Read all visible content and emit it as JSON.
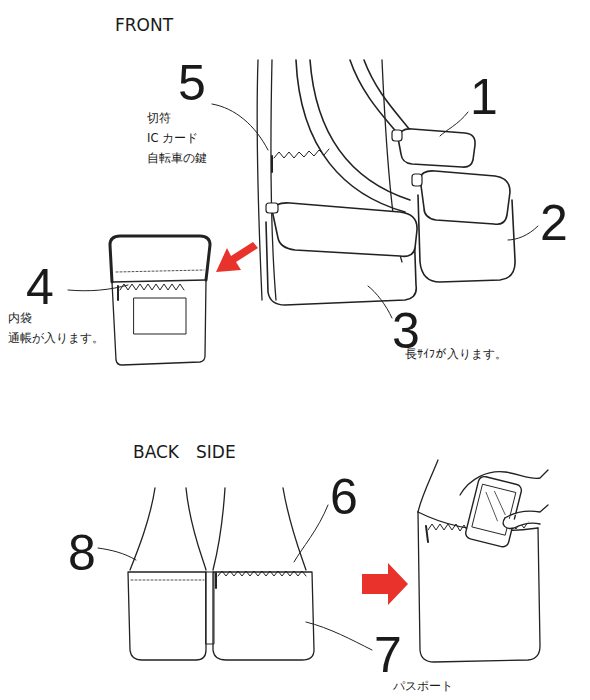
{
  "diagram": {
    "labels": [
      "FRONT",
      "5",
      "切符",
      "IC カード",
      "自転車の鍵",
      "1",
      "2",
      "3",
      "長ｻｲﾌが入ります。",
      "4",
      "内袋",
      "通帳が入ります。",
      "BACK　SIDE",
      "6",
      "8",
      "7",
      "パスポート"
    ]
  }
}
